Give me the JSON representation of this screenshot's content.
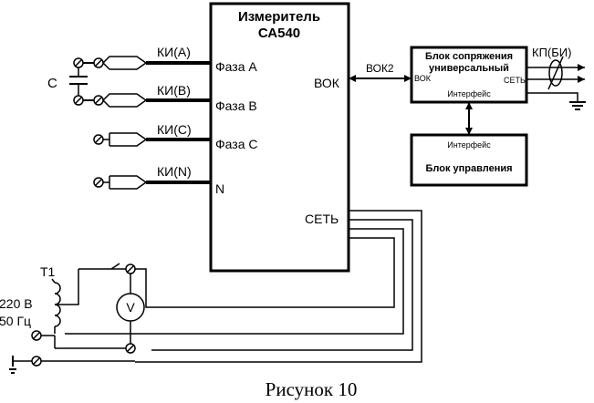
{
  "meter": {
    "title_line1": "Измеритель",
    "title_line2": "СА540",
    "port_a": "Фаза А",
    "port_b": "Фаза В",
    "port_c": "Фаза С",
    "port_n": "N",
    "port_vok": "ВОК",
    "port_set": "СЕТЬ"
  },
  "cables": {
    "ki_a": "КИ(А)",
    "ki_b": "КИ(В)",
    "ki_c": "КИ(С)",
    "ki_n": "КИ(N)",
    "vok2": "ВОК2",
    "kp_bi": "КП(БИ)"
  },
  "capacitor_label": "С",
  "adapter": {
    "title_line1": "Блок сопряжения",
    "title_line2": "универсальный",
    "port_vok": "ВОК",
    "port_set": "СЕТЬ",
    "port_interface": "Интерфейс"
  },
  "control": {
    "port_interface": "Интерфейс",
    "title": "Блок управления"
  },
  "transformer": {
    "name": "Т1",
    "voltage": "220 В",
    "frequency": "50 Гц"
  },
  "voltmeter_symbol": "V",
  "caption": "Рисунок 10"
}
